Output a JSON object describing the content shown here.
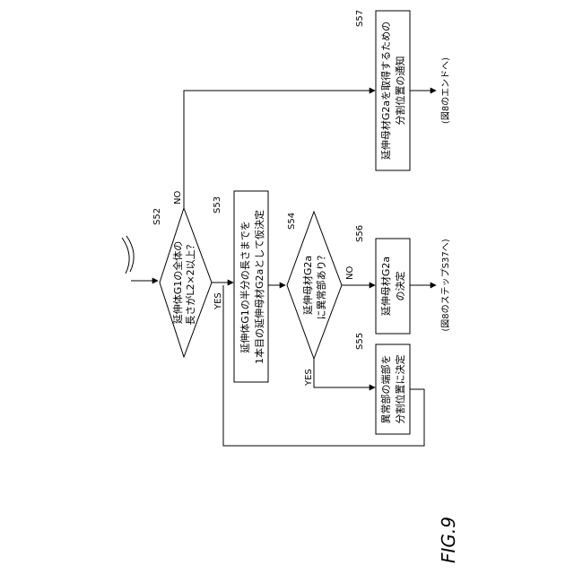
{
  "figure": {
    "label": "FIG.9"
  },
  "steps": {
    "s52": {
      "id": "S52",
      "line1": "延伸体G1の全体の",
      "line2": "長さがL2×2以上？"
    },
    "s53": {
      "id": "S53",
      "line1": "延伸体G1の半分の長さまでを",
      "line2": "1本目の延伸母材G2aとして仮決定"
    },
    "s54": {
      "id": "S54",
      "line1": "延伸母材G2a",
      "line2": "に異常部あり？"
    },
    "s55": {
      "id": "S55",
      "line1": "異常部の端部を",
      "line2": "分割位置に決定"
    },
    "s56": {
      "id": "S56",
      "line1": "延伸母材G2a",
      "line2": "の決定"
    },
    "s57": {
      "id": "S57",
      "line1": "延伸母材G2aを取得するための",
      "line2": "分割位置の通知"
    }
  },
  "branches": {
    "s52_no": "NO",
    "s52_yes": "YES",
    "s54_no": "NO",
    "s54_yes": "YES"
  },
  "exits": {
    "to_end": "(図8のエンドへ)",
    "to_s37": "(図8のステップS37へ)"
  }
}
